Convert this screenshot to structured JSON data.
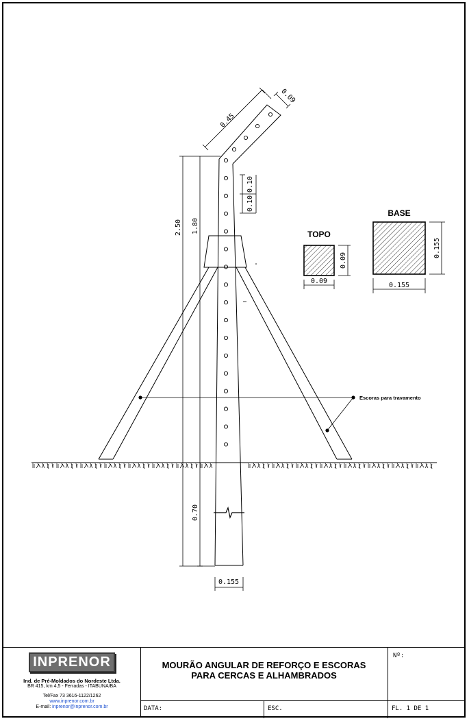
{
  "dimensions": {
    "top_length": "0.45",
    "top_width": "0.09",
    "hole_spacing_1": "0.10",
    "hole_spacing_2": "0.10",
    "total_height": "2.50",
    "above_ground": "1.80",
    "buried": "0.70",
    "base_width": "0.155"
  },
  "sections": {
    "topo": {
      "title": "TOPO",
      "width": "0.09",
      "height": "0.09"
    },
    "base": {
      "title": "BASE",
      "width": "0.155",
      "height": "0.155"
    }
  },
  "annotation": "Escoras para travamento",
  "title_block": {
    "logo": "INPRENOR",
    "company": "Ind. de Pré-Moldados do Nordeste Ltda.",
    "address": "BR 415, km 4,5 - Ferradas - ITABUNA/BA",
    "phone": "Tel/Fax  73 3616-1122/1262",
    "website": "www.inprenor.com.br",
    "email_label": "E-mail: ",
    "email": "inprenor@inprenor.com.br",
    "title_line1": "MOURÃO  ANGULAR DE REFORÇO E ESCORAS",
    "title_line2": "PARA CERCAS E ALHAMBRADOS",
    "number_label": "Nº:",
    "date_label": "DATA:",
    "scale_label": "ESC.",
    "sheet_label": "FL. 1 DE 1"
  }
}
